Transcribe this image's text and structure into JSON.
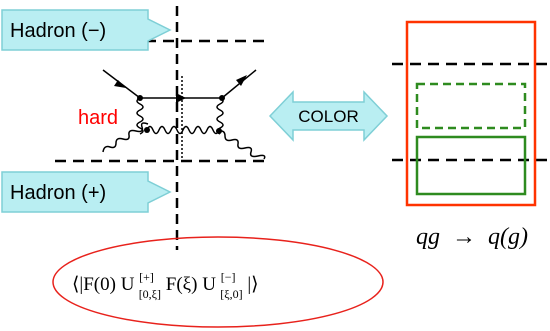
{
  "labels": {
    "hadron_minus": "Hadron (−)",
    "hadron_plus": "Hadron (+)",
    "hard": "hard",
    "color": "COLOR"
  },
  "process": {
    "q1": "qg",
    "arrow": "→",
    "q2": "q(g)"
  },
  "formula": {
    "open": "⟨|F(0) U",
    "u1_sup": "[+]",
    "u1_sub": "[0,ξ]",
    "mid": " F(ξ) U",
    "u2_sup": "[−]",
    "u2_sub": "[ξ,0]",
    "close": "|⟩"
  },
  "colors": {
    "callout_fill": "#b9eef2",
    "callout_stroke": "#7fcfd6",
    "hard_red": "#ff0000",
    "box_red": "#ff3300",
    "box_green": "#2e8b1f",
    "ellipse_red": "#e8221c"
  }
}
